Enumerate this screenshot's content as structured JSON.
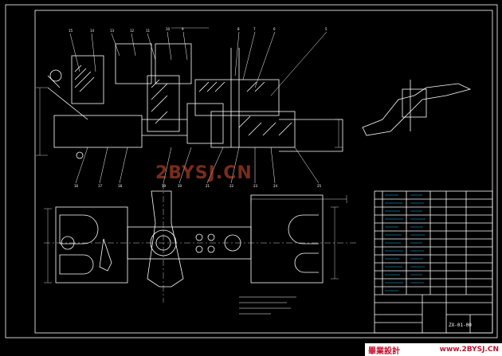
{
  "watermark": "2BYSJ.CN",
  "title_block": {
    "drawing_code": "ZX-01-00"
  },
  "footer": {
    "brand": "畢業設計",
    "site": "www.2BYSJ.CN"
  },
  "colors": {
    "background": "#000000",
    "line": "#ffffff",
    "accent": "#00c8ff",
    "watermark": "#dc5032",
    "footer_text": "#c8102e"
  }
}
